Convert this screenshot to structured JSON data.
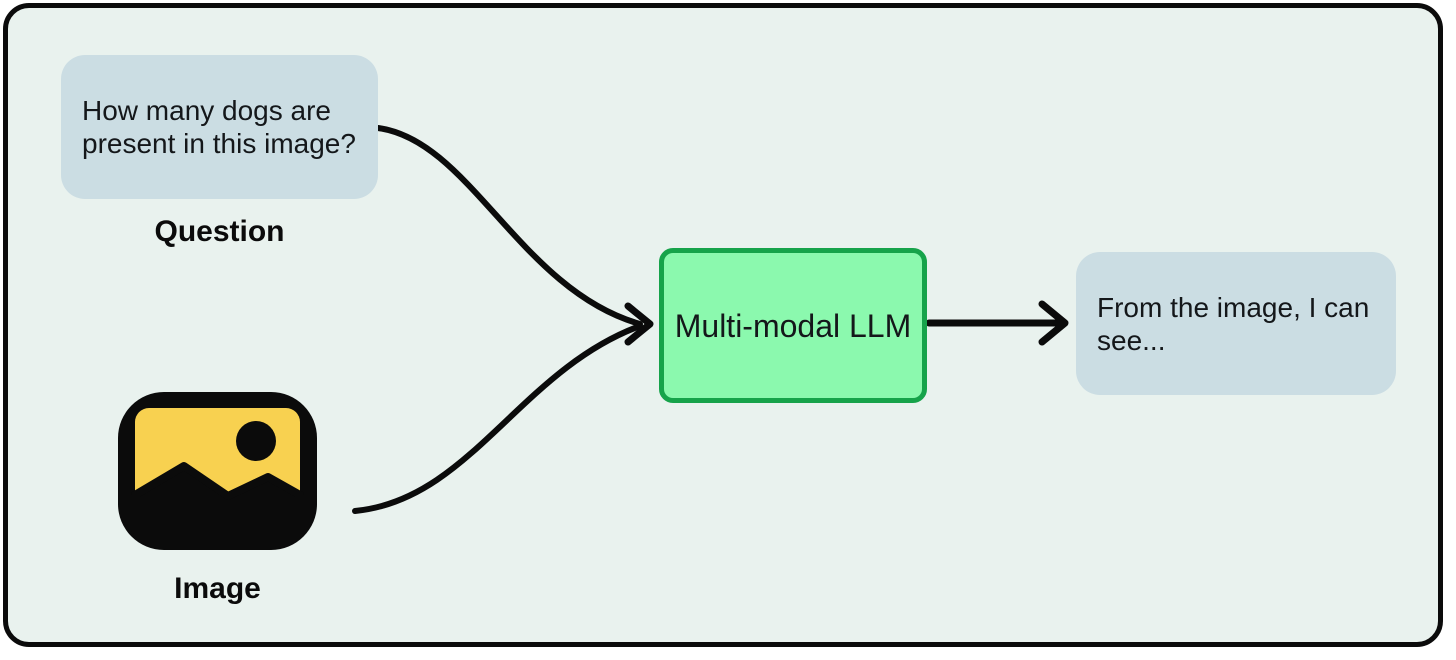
{
  "diagram": {
    "question": {
      "text": "How many dogs are present in this image?",
      "label": "Question"
    },
    "image": {
      "label": "Image"
    },
    "llm": {
      "text": "Multi-modal LLM"
    },
    "output": {
      "text": "From the image, I can see..."
    }
  },
  "icons": {
    "image_icon": "photo-image-icon",
    "input_arrowhead": "chevron-right-arrowhead",
    "output_arrowhead": "chevron-right-arrowhead"
  },
  "colors": {
    "page_background": "#ffffff",
    "canvas_background": "#e9f2ee",
    "frame_border": "#0b0b0b",
    "bubble_fill": "#cbdde3",
    "llm_fill": "#8bf9ae",
    "llm_border": "#16a34a",
    "icon_black": "#0b0b0b",
    "icon_yellow": "#f8d150",
    "text_color": "#14171a",
    "arrow_color": "#0b0b0b"
  }
}
